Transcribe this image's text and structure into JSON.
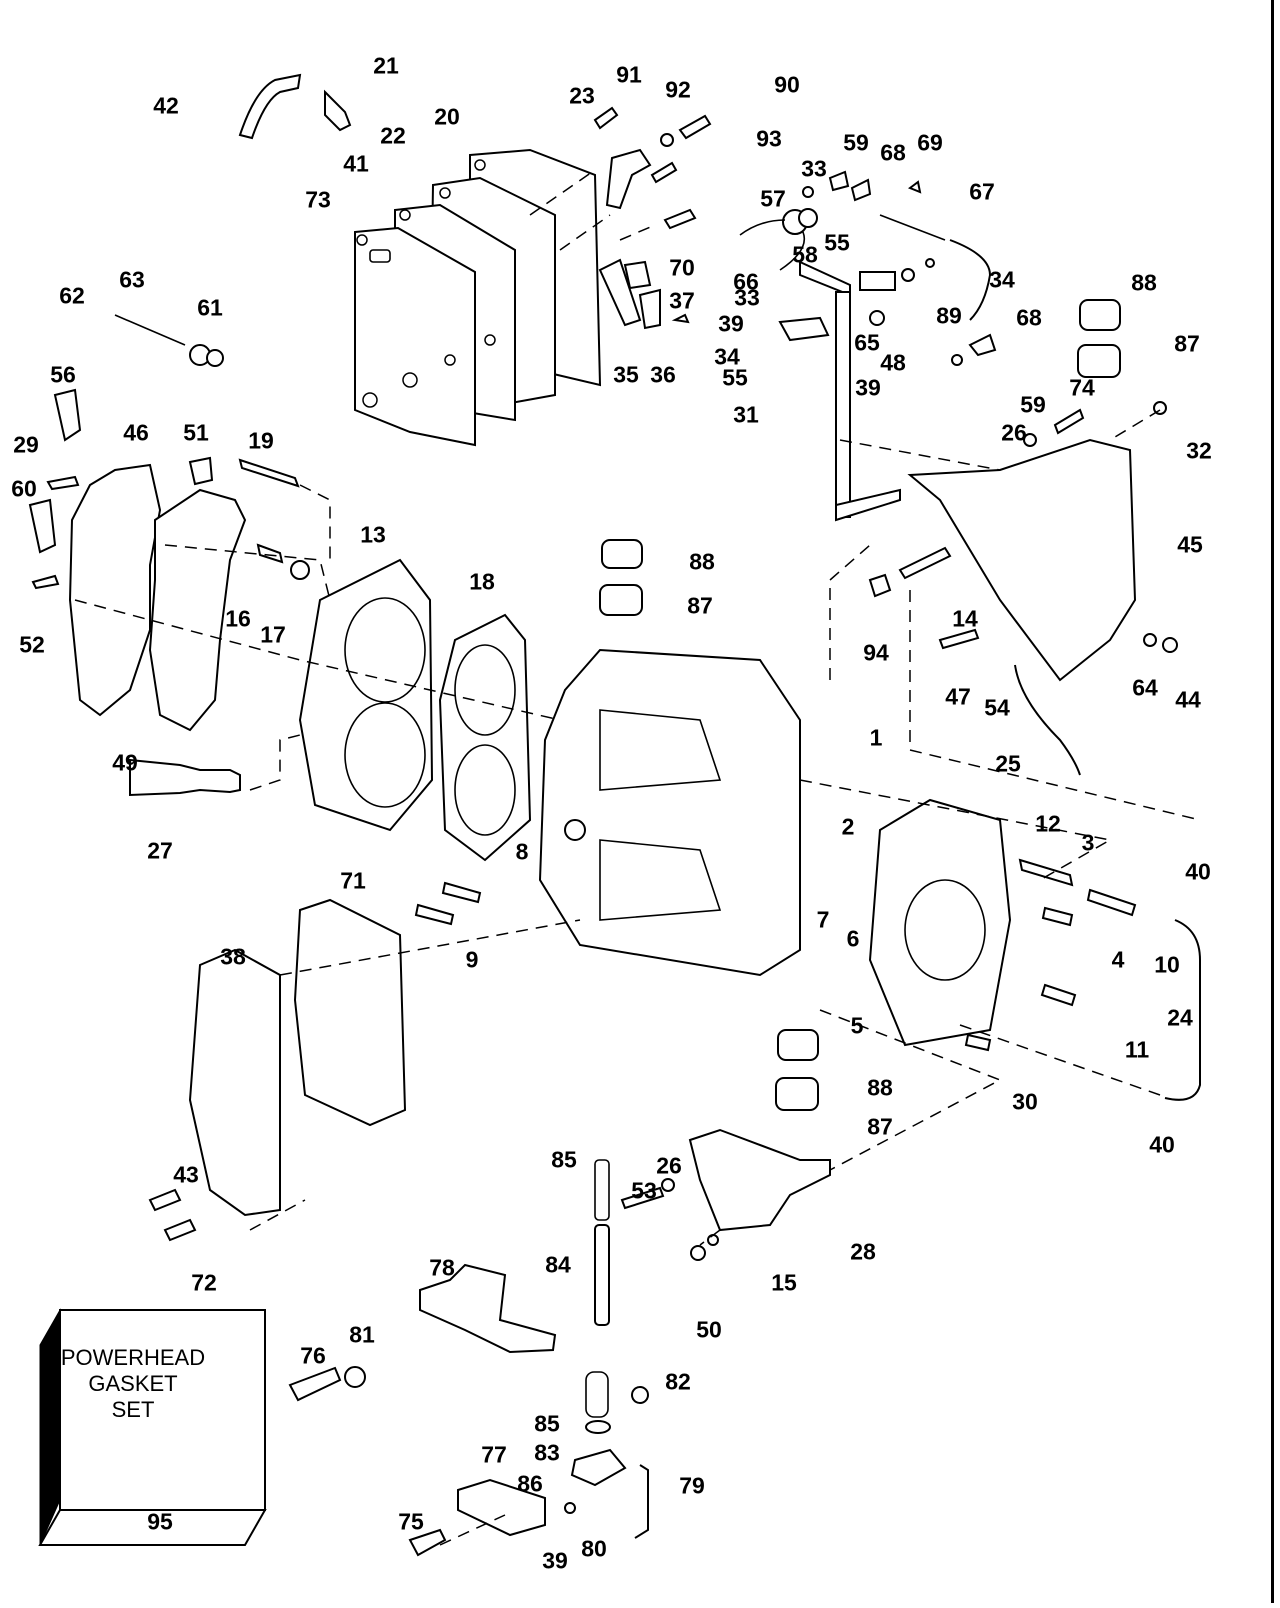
{
  "diagram": {
    "title": "Powerhead exploded parts diagram",
    "kit_box": {
      "line1": "POWERHEAD",
      "line2": "GASKET",
      "line3": "SET",
      "callout": "95"
    },
    "callouts": [
      {
        "id": "c21",
        "label": "21"
      },
      {
        "id": "c42",
        "label": "42"
      },
      {
        "id": "c23",
        "label": "23"
      },
      {
        "id": "c91",
        "label": "91"
      },
      {
        "id": "c92",
        "label": "92"
      },
      {
        "id": "c90",
        "label": "90"
      },
      {
        "id": "c20",
        "label": "20"
      },
      {
        "id": "c22",
        "label": "22"
      },
      {
        "id": "c93",
        "label": "93"
      },
      {
        "id": "c41",
        "label": "41"
      },
      {
        "id": "c73",
        "label": "73"
      },
      {
        "id": "c59a",
        "label": "59"
      },
      {
        "id": "c68a",
        "label": "68"
      },
      {
        "id": "c69",
        "label": "69"
      },
      {
        "id": "c33a",
        "label": "33"
      },
      {
        "id": "c67",
        "label": "67"
      },
      {
        "id": "c57",
        "label": "57"
      },
      {
        "id": "c70",
        "label": "70"
      },
      {
        "id": "c66",
        "label": "66"
      },
      {
        "id": "c58",
        "label": "58"
      },
      {
        "id": "c55a",
        "label": "55"
      },
      {
        "id": "c34a",
        "label": "34"
      },
      {
        "id": "c37",
        "label": "37"
      },
      {
        "id": "c33b",
        "label": "33"
      },
      {
        "id": "c88a",
        "label": "88"
      },
      {
        "id": "c89",
        "label": "89"
      },
      {
        "id": "c68b",
        "label": "68"
      },
      {
        "id": "c62",
        "label": "62"
      },
      {
        "id": "c63",
        "label": "63"
      },
      {
        "id": "c61",
        "label": "61"
      },
      {
        "id": "c39a",
        "label": "39"
      },
      {
        "id": "c48",
        "label": "48"
      },
      {
        "id": "c65",
        "label": "65"
      },
      {
        "id": "c87a",
        "label": "87"
      },
      {
        "id": "c34b",
        "label": "34"
      },
      {
        "id": "c35",
        "label": "35"
      },
      {
        "id": "c36",
        "label": "36"
      },
      {
        "id": "c55b",
        "label": "55"
      },
      {
        "id": "c39b",
        "label": "39"
      },
      {
        "id": "c59b",
        "label": "59"
      },
      {
        "id": "c74",
        "label": "74"
      },
      {
        "id": "c56",
        "label": "56"
      },
      {
        "id": "c31",
        "label": "31"
      },
      {
        "id": "c26a",
        "label": "26"
      },
      {
        "id": "c32",
        "label": "32"
      },
      {
        "id": "c29",
        "label": "29"
      },
      {
        "id": "c46",
        "label": "46"
      },
      {
        "id": "c51",
        "label": "51"
      },
      {
        "id": "c19",
        "label": "19"
      },
      {
        "id": "c60",
        "label": "60"
      },
      {
        "id": "c13",
        "label": "13"
      },
      {
        "id": "c45",
        "label": "45"
      },
      {
        "id": "c88b",
        "label": "88"
      },
      {
        "id": "c18",
        "label": "18"
      },
      {
        "id": "c16",
        "label": "16"
      },
      {
        "id": "c17",
        "label": "17"
      },
      {
        "id": "c87b",
        "label": "87"
      },
      {
        "id": "c14",
        "label": "14"
      },
      {
        "id": "c52",
        "label": "52"
      },
      {
        "id": "c94",
        "label": "94"
      },
      {
        "id": "c47",
        "label": "47"
      },
      {
        "id": "c54",
        "label": "54"
      },
      {
        "id": "c64",
        "label": "64"
      },
      {
        "id": "c44",
        "label": "44"
      },
      {
        "id": "c1",
        "label": "1"
      },
      {
        "id": "c49",
        "label": "49"
      },
      {
        "id": "c25",
        "label": "25"
      },
      {
        "id": "c12",
        "label": "12"
      },
      {
        "id": "c2",
        "label": "2"
      },
      {
        "id": "c27",
        "label": "27"
      },
      {
        "id": "c3",
        "label": "3"
      },
      {
        "id": "c8",
        "label": "8"
      },
      {
        "id": "c40a",
        "label": "40"
      },
      {
        "id": "c71",
        "label": "71"
      },
      {
        "id": "c7",
        "label": "7"
      },
      {
        "id": "c6",
        "label": "6"
      },
      {
        "id": "c10",
        "label": "10"
      },
      {
        "id": "c4",
        "label": "4"
      },
      {
        "id": "c9",
        "label": "9"
      },
      {
        "id": "c38",
        "label": "38"
      },
      {
        "id": "c24",
        "label": "24"
      },
      {
        "id": "c5",
        "label": "5"
      },
      {
        "id": "c11",
        "label": "11"
      },
      {
        "id": "c88c",
        "label": "88"
      },
      {
        "id": "c30",
        "label": "30"
      },
      {
        "id": "c87c",
        "label": "87"
      },
      {
        "id": "c40b",
        "label": "40"
      },
      {
        "id": "c85a",
        "label": "85"
      },
      {
        "id": "c26b",
        "label": "26"
      },
      {
        "id": "c53",
        "label": "53"
      },
      {
        "id": "c43",
        "label": "43"
      },
      {
        "id": "c28",
        "label": "28"
      },
      {
        "id": "c72",
        "label": "72"
      },
      {
        "id": "c84",
        "label": "84"
      },
      {
        "id": "c15",
        "label": "15"
      },
      {
        "id": "c78",
        "label": "78"
      },
      {
        "id": "c50",
        "label": "50"
      },
      {
        "id": "c81",
        "label": "81"
      },
      {
        "id": "c76",
        "label": "76"
      },
      {
        "id": "c82",
        "label": "82"
      },
      {
        "id": "c85b",
        "label": "85"
      },
      {
        "id": "c83",
        "label": "83"
      },
      {
        "id": "c77",
        "label": "77"
      },
      {
        "id": "c86",
        "label": "86"
      },
      {
        "id": "c79",
        "label": "79"
      },
      {
        "id": "c75",
        "label": "75"
      },
      {
        "id": "c39c",
        "label": "39"
      },
      {
        "id": "c80",
        "label": "80"
      }
    ]
  }
}
